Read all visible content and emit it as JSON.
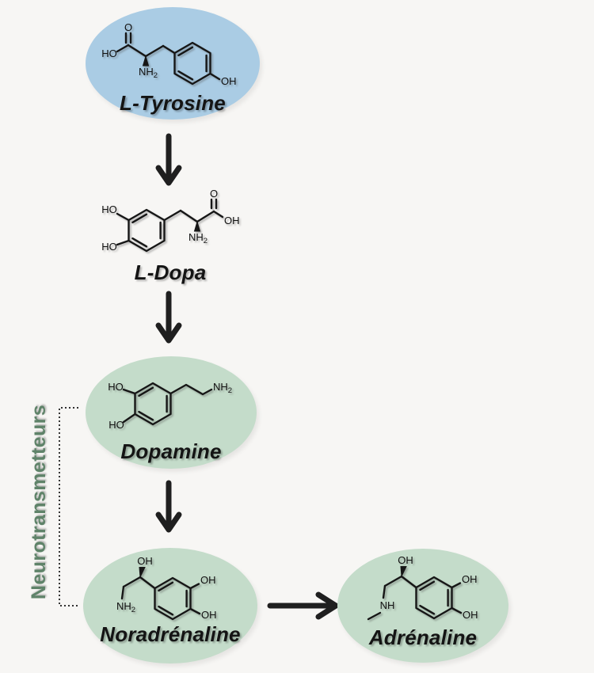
{
  "title": "Catecholamine synthesis pathway",
  "colors": {
    "background": "#f7f6f4",
    "node_blue": "#aacce4",
    "node_green": "#c4dcca",
    "side_label_green": "#5f8369",
    "ink": "#1a1a1a",
    "arrow": "#1f1f1f"
  },
  "side_label": "Neurotransmetteurs",
  "nodes": {
    "tyrosine": {
      "name": "L-Tyrosine",
      "highlight": "blue",
      "atoms": {
        "o": "O",
        "ho": "HO",
        "nh2": {
          "main": "NH",
          "sub": "2"
        },
        "oh": "OH"
      }
    },
    "dopa": {
      "name": "L-Dopa",
      "highlight": "none",
      "atoms": {
        "ho_top": "HO",
        "ho_bottom": "HO",
        "o": "O",
        "oh": "OH",
        "nh2": {
          "main": "NH",
          "sub": "2"
        }
      }
    },
    "dopamine": {
      "name": "Dopamine",
      "highlight": "green",
      "atoms": {
        "ho_top": "HO",
        "ho_bottom": "HO",
        "nh2": {
          "main": "NH",
          "sub": "2"
        }
      }
    },
    "noradrenaline": {
      "name": "Noradrénaline",
      "highlight": "green",
      "atoms": {
        "oh_top": "OH",
        "nh2": {
          "main": "NH",
          "sub": "2"
        },
        "oh_ring_top": "OH",
        "oh_ring_bottom": "OH"
      }
    },
    "adrenaline": {
      "name": "Adrénaline",
      "highlight": "green",
      "atoms": {
        "oh_top": "OH",
        "nh": "NH",
        "oh_ring_top": "OH",
        "oh_ring_bottom": "OH"
      }
    }
  }
}
